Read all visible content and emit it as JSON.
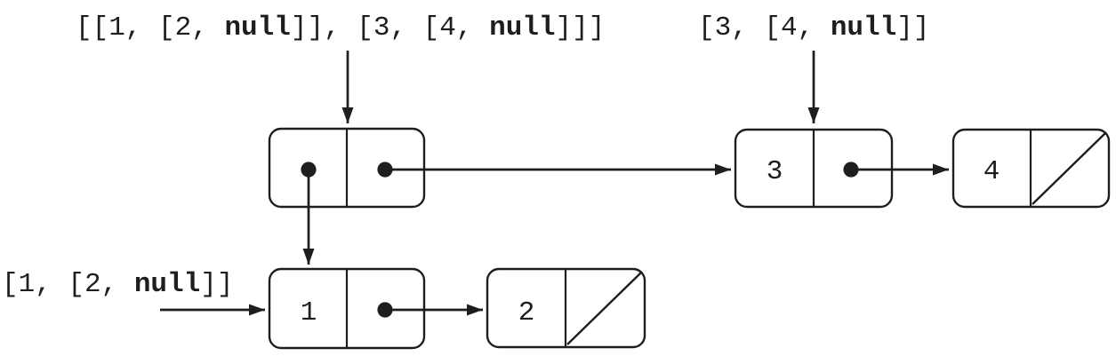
{
  "diagram": {
    "background": "#ffffff",
    "ink": "#1e1e1e",
    "labels": {
      "root": {
        "text": "[[1, [2, null]], [3, [4, null]]]",
        "segments": [
          "[[1, [2, ",
          "null",
          "]], [3, [4, ",
          "null",
          "]]]"
        ]
      },
      "pair34": {
        "text": "[3, [4, null]]",
        "segments": [
          "[3, [4, ",
          "null",
          "]]"
        ]
      },
      "pair12": {
        "text": "[1, [2, null]]",
        "segments": [
          "[1, [2, ",
          "null",
          "]]"
        ]
      }
    },
    "nodes": {
      "node1": {
        "value": "1"
      },
      "node2": {
        "value": "2"
      },
      "node3": {
        "value": "3"
      },
      "node4": {
        "value": "4"
      }
    }
  }
}
